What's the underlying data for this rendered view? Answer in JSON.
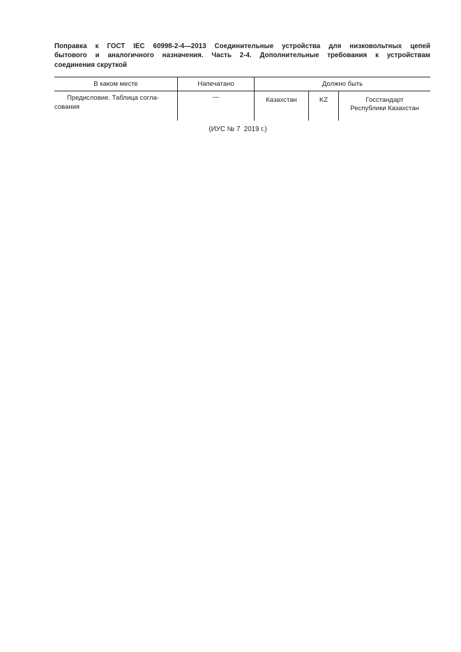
{
  "page": {
    "heading_lines": [
      "Поправка к ГОСТ IEC 60998-2-4—2013 Соединительные устройства для низковольтных цепей",
      "бытового и аналогичного назначения. Часть 2-4. Дополнительные требования к устройствам",
      "соединения скруткой"
    ],
    "footer_note": "(ИУС № 7  2019 г.)"
  },
  "table": {
    "headers": [
      "В каком месте",
      "Напечатано",
      "Должно быть"
    ],
    "row": {
      "location": "Предисловие. Таблица согла-\nсования",
      "printed": "—",
      "should_be": [
        "Казахстан",
        "KZ",
        "Госстандарт\nРеспублики Казахстан"
      ]
    }
  },
  "colors": {
    "text": "#1e1e1e",
    "border": "#2a2a2a",
    "background": "#ffffff"
  }
}
